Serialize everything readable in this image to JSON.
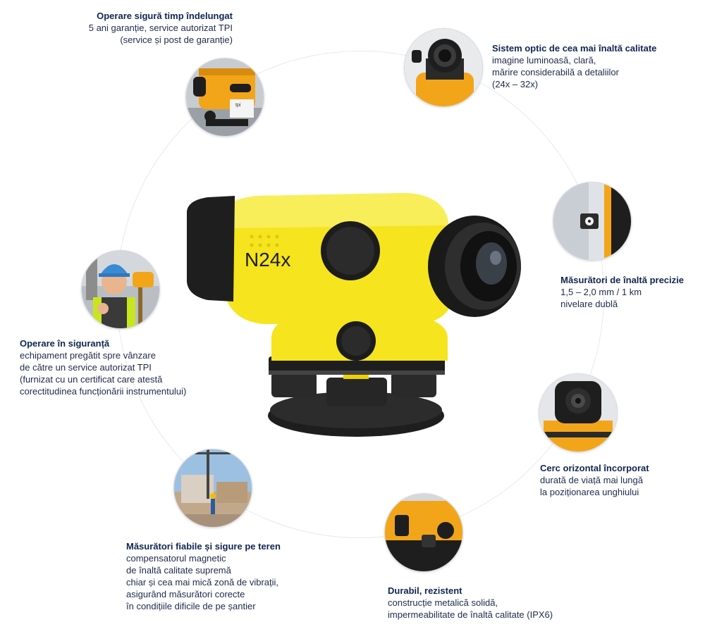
{
  "product_label": "N24x",
  "photo_badge": "tpi",
  "colors": {
    "title": "#0f2650",
    "text": "#1c2a4a",
    "instrument_yellow": "#f5e41e",
    "instrument_orange": "#f3a51a",
    "rubber_black": "#1e1e1e"
  },
  "features": [
    {
      "title": "Operare sigură timp îndelungat",
      "lines": [
        "5 ani garanție, service autorizat TPI",
        "(service și post de garanție)"
      ]
    },
    {
      "title": "Sistem optic de cea mai înaltă calitate",
      "lines": [
        "imagine luminoasă, clară,",
        "mărire considerabilă a detaliilor",
        "(24x – 32x)"
      ]
    },
    {
      "title": "Măsurători de înaltă precizie",
      "lines": [
        "1,5 – 2,0 mm / 1 km",
        "nivelare dublă"
      ]
    },
    {
      "title": "Operare în siguranță",
      "lines": [
        "echipament pregătit spre vânzare",
        "de către un service autorizat TPI",
        " (furnizat cu un certificat care atestă",
        "corectitudinea funcționării instrumentului)"
      ]
    },
    {
      "title": "Cerc orizontal încorporat",
      "lines": [
        "durată de viață mai lungă",
        "la poziționarea unghiului"
      ]
    },
    {
      "title": "Măsurători fiabile și sigure pe teren",
      "lines": [
        "compensatorul magnetic",
        "de înaltă calitate supremă",
        "chiar și cea mai mică zonă de vibrații,",
        "asigurând măsurători corecte",
        "în condițiile dificile de pe șantier"
      ]
    },
    {
      "title": "Durabil, rezistent",
      "lines": [
        "construcție metalică solidă,",
        "impermeabilitate de înaltă calitate (IPX6)"
      ]
    }
  ],
  "photos": [
    {
      "icon": "level-side-orange-photo"
    },
    {
      "icon": "eyepiece-photo"
    },
    {
      "icon": "target-staff-photo"
    },
    {
      "icon": "worker-thumbs-up-photo"
    },
    {
      "icon": "horizontal-circle-photo"
    },
    {
      "icon": "construction-site-photo"
    },
    {
      "icon": "level-body-closeup-photo"
    }
  ]
}
